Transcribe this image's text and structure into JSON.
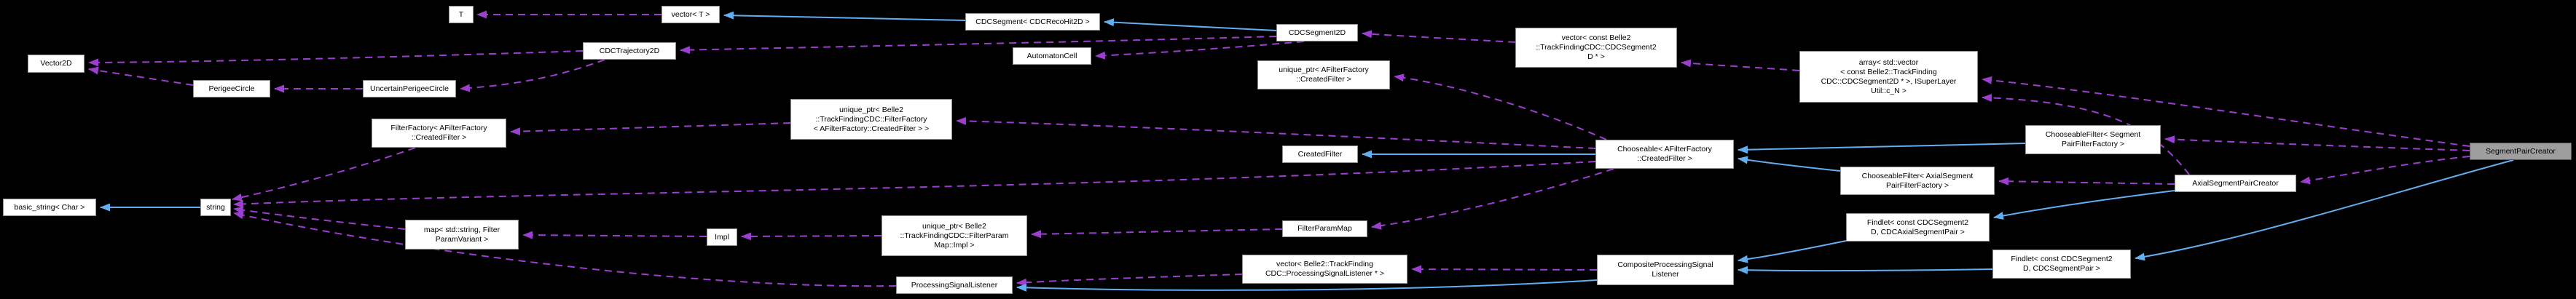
{
  "diagram": {
    "title": "SegmentPairCreator collaboration graph",
    "selected_node": "SegmentPairCreator",
    "colors": {
      "background": "#000000",
      "node_fill": "#ffffff",
      "node_border": "#8f8f8f",
      "selected_fill": "#9e9e9e",
      "selected_border": "#555555",
      "usage_edge": "#9c3fd0",
      "inheritance_edge": "#62aef0",
      "text": "#000000"
    },
    "nodes": [
      {
        "id": "t",
        "label": "T",
        "selected": false
      },
      {
        "id": "vector_t",
        "label": "vector< T >",
        "selected": false
      },
      {
        "id": "cdcsegment",
        "label": "CDCSegment< CDCRecoHit2D >",
        "selected": false
      },
      {
        "id": "cdcsegment2d",
        "label": "CDCSegment2D",
        "selected": false
      },
      {
        "id": "vecseg",
        "label": "vector< const Belle2\n::TrackFindingCDC::CDCSegment2\nD * >",
        "selected": false
      },
      {
        "id": "vector2d",
        "label": "Vector2D",
        "selected": false
      },
      {
        "id": "cdctraj",
        "label": "CDCTrajectory2D",
        "selected": false
      },
      {
        "id": "automaton",
        "label": "AutomatonCell",
        "selected": false
      },
      {
        "id": "uptr_created",
        "label": "unique_ptr< AFilterFactory\n::CreatedFilter >",
        "selected": false
      },
      {
        "id": "array",
        "label": "array< std::vector\n< const Belle2::TrackFinding\nCDC::CDCSegment2D * >, ISuperLayer\nUtil::c_N >",
        "selected": false
      },
      {
        "id": "perigee",
        "label": "PerigeeCircle",
        "selected": false
      },
      {
        "id": "uncertain",
        "label": "UncertainPerigeeCircle",
        "selected": false
      },
      {
        "id": "uptr_ff",
        "label": "unique_ptr< Belle2\n::TrackFindingCDC::FilterFactory\n< AFilterFactory::CreatedFilter > >",
        "selected": false
      },
      {
        "id": "ff",
        "label": "FilterFactory< AFilterFactory\n::CreatedFilter >",
        "selected": false
      },
      {
        "id": "chfilter_seg",
        "label": "ChooseableFilter< Segment\nPairFilterFactory >",
        "selected": false
      },
      {
        "id": "createdfilter",
        "label": "CreatedFilter",
        "selected": false
      },
      {
        "id": "chooseable",
        "label": "Chooseable< AFilterFactory\n::CreatedFilter >",
        "selected": false
      },
      {
        "id": "spc",
        "label": "SegmentPairCreator",
        "selected": true
      },
      {
        "id": "chfilter_axial",
        "label": "ChooseableFilter< AxialSegment\nPairFilterFactory >",
        "selected": false
      },
      {
        "id": "aspc",
        "label": "AxialSegmentPairCreator",
        "selected": false
      },
      {
        "id": "basicstring",
        "label": "basic_string< Char >",
        "selected": false
      },
      {
        "id": "string",
        "label": "string",
        "selected": false
      },
      {
        "id": "map",
        "label": "map< std::string, Filter\nParamVariant >",
        "selected": false
      },
      {
        "id": "impl",
        "label": "Impl",
        "selected": false
      },
      {
        "id": "uptr_impl",
        "label": "unique_ptr< Belle2\n::TrackFindingCDC::FilterParam\nMap::Impl >",
        "selected": false
      },
      {
        "id": "fpm",
        "label": "FilterParamMap",
        "selected": false
      },
      {
        "id": "findlet_axial",
        "label": "Findlet< const CDCSegment2\nD, CDCAxialSegmentPair >",
        "selected": false
      },
      {
        "id": "vecpsl",
        "label": "vector< Belle2::TrackFinding\nCDC::ProcessingSignalListener * >",
        "selected": false
      },
      {
        "id": "cpsl",
        "label": "CompositeProcessingSignal\nListener",
        "selected": false
      },
      {
        "id": "findlet_seg",
        "label": "Findlet< const CDCSegment2\nD, CDCSegmentPair >",
        "selected": false
      },
      {
        "id": "psl",
        "label": "ProcessingSignalListener",
        "selected": false
      }
    ],
    "edges": [
      {
        "from": "vector_t",
        "to": "t",
        "kind": "usage"
      },
      {
        "from": "cdctraj",
        "to": "vector2d",
        "kind": "usage"
      },
      {
        "from": "perigee",
        "to": "vector2d",
        "kind": "usage"
      },
      {
        "from": "uncertain",
        "to": "perigee",
        "kind": "usage"
      },
      {
        "from": "cdctraj",
        "to": "uncertain",
        "kind": "usage"
      },
      {
        "from": "cdcsegment2d",
        "to": "cdctraj",
        "kind": "usage"
      },
      {
        "from": "cdcsegment2d",
        "to": "automaton",
        "kind": "usage"
      },
      {
        "from": "vecseg",
        "to": "cdcsegment2d",
        "kind": "usage"
      },
      {
        "from": "array",
        "to": "vecseg",
        "kind": "usage"
      },
      {
        "from": "spc",
        "to": "array",
        "kind": "usage"
      },
      {
        "from": "aspc",
        "to": "array",
        "kind": "usage"
      },
      {
        "from": "spc",
        "to": "chfilter_seg",
        "kind": "usage"
      },
      {
        "from": "spc",
        "to": "aspc",
        "kind": "usage"
      },
      {
        "from": "aspc",
        "to": "chfilter_axial",
        "kind": "usage"
      },
      {
        "from": "chooseable",
        "to": "uptr_created",
        "kind": "usage"
      },
      {
        "from": "chooseable",
        "to": "uptr_ff",
        "kind": "usage"
      },
      {
        "from": "uptr_ff",
        "to": "ff",
        "kind": "usage"
      },
      {
        "from": "ff",
        "to": "string",
        "kind": "usage"
      },
      {
        "from": "chooseable",
        "to": "string",
        "kind": "usage"
      },
      {
        "from": "map",
        "to": "string",
        "kind": "usage"
      },
      {
        "from": "impl",
        "to": "map",
        "kind": "usage"
      },
      {
        "from": "uptr_impl",
        "to": "impl",
        "kind": "usage"
      },
      {
        "from": "fpm",
        "to": "uptr_impl",
        "kind": "usage"
      },
      {
        "from": "chooseable",
        "to": "fpm",
        "kind": "usage"
      },
      {
        "from": "cpsl",
        "to": "vecpsl",
        "kind": "usage"
      },
      {
        "from": "vecpsl",
        "to": "psl",
        "kind": "usage"
      },
      {
        "from": "psl",
        "to": "string",
        "kind": "usage"
      },
      {
        "from": "string",
        "to": "basicstring",
        "kind": "inheritance"
      },
      {
        "from": "cdcsegment",
        "to": "vector_t",
        "kind": "inheritance"
      },
      {
        "from": "cdcsegment2d",
        "to": "cdcsegment",
        "kind": "inheritance"
      },
      {
        "from": "chooseable",
        "to": "createdfilter",
        "kind": "inheritance"
      },
      {
        "from": "chfilter_seg",
        "to": "chooseable",
        "kind": "inheritance"
      },
      {
        "from": "chfilter_axial",
        "to": "chooseable",
        "kind": "inheritance"
      },
      {
        "from": "findlet_axial",
        "to": "cpsl",
        "kind": "inheritance"
      },
      {
        "from": "findlet_seg",
        "to": "cpsl",
        "kind": "inheritance"
      },
      {
        "from": "cpsl",
        "to": "psl",
        "kind": "inheritance"
      },
      {
        "from": "aspc",
        "to": "findlet_axial",
        "kind": "inheritance"
      },
      {
        "from": "spc",
        "to": "findlet_seg",
        "kind": "inheritance"
      }
    ]
  }
}
